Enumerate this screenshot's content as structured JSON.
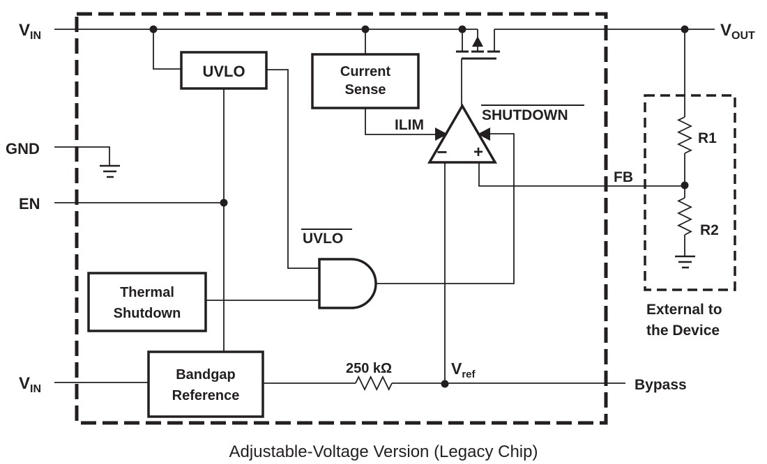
{
  "caption": "Adjustable-Voltage Version (Legacy Chip)",
  "pins": {
    "vin_top": {
      "main": "V",
      "sub": "IN"
    },
    "gnd": "GND",
    "en": "EN",
    "vin_bottom": {
      "main": "V",
      "sub": "IN"
    },
    "vout": {
      "main": "V",
      "sub": "OUT"
    },
    "fb": "FB",
    "bypass": "Bypass"
  },
  "blocks": {
    "uvlo": "UVLO",
    "current_sense": {
      "line1": "Current",
      "line2": "Sense"
    },
    "thermal_shutdown": {
      "line1": "Thermal",
      "line2": "Shutdown"
    },
    "bandgap_reference": {
      "line1": "Bandgap",
      "line2": "Reference"
    }
  },
  "signals": {
    "ilim": "ILIM",
    "shutdown": "SHUTDOWN",
    "uvlo_bar": "UVLO",
    "vref": {
      "main": "V",
      "sub": "ref"
    },
    "resistor_value": "250 kΩ",
    "r1": "R1",
    "r2": "R2",
    "amp_minus": "−",
    "amp_plus": "+"
  },
  "annotations": {
    "external_note": {
      "line1": "External to",
      "line2": "the Device"
    }
  },
  "colors": {
    "ink": "#231f20",
    "background": "#ffffff"
  }
}
